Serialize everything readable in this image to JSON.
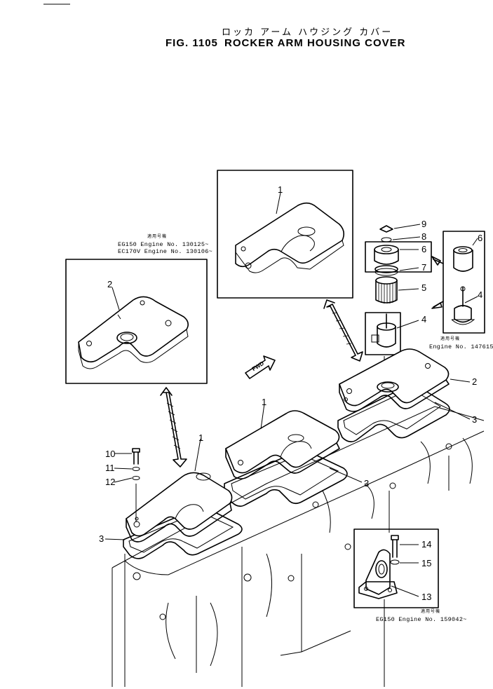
{
  "header": {
    "title_jp": "ロッカ アーム ハウジング カバー",
    "fig_number": "FIG. 1105",
    "title_en": "ROCKER ARM HOUSING COVER"
  },
  "fwd_label": "FWD",
  "part_numbers": {
    "p1_top": "1",
    "p1_mid": "1",
    "p1_low": "1",
    "p2_left": "2",
    "p2_right": "2",
    "p3_a": "3",
    "p3_b": "3",
    "p3_c": "3",
    "p4_a": "4",
    "p4_b": "4",
    "p5": "5",
    "p6_a": "6",
    "p6_b": "6",
    "p7": "7",
    "p8": "8",
    "p9": "9",
    "p10": "10",
    "p11": "11",
    "p12": "12",
    "p13": "13",
    "p14": "14",
    "p15": "15"
  },
  "notes": {
    "left_box": {
      "jp": "適用号機",
      "line1": "EG150   Engine  No. 130125~",
      "line2": "EC170V  Engine  No. 130106~"
    },
    "right_box": {
      "jp": "適用号機",
      "line1": "Engine  No. 147615~"
    },
    "bottom_box": {
      "jp": "適用号機",
      "line1": "EG150  Engine  No. 159042~"
    }
  }
}
